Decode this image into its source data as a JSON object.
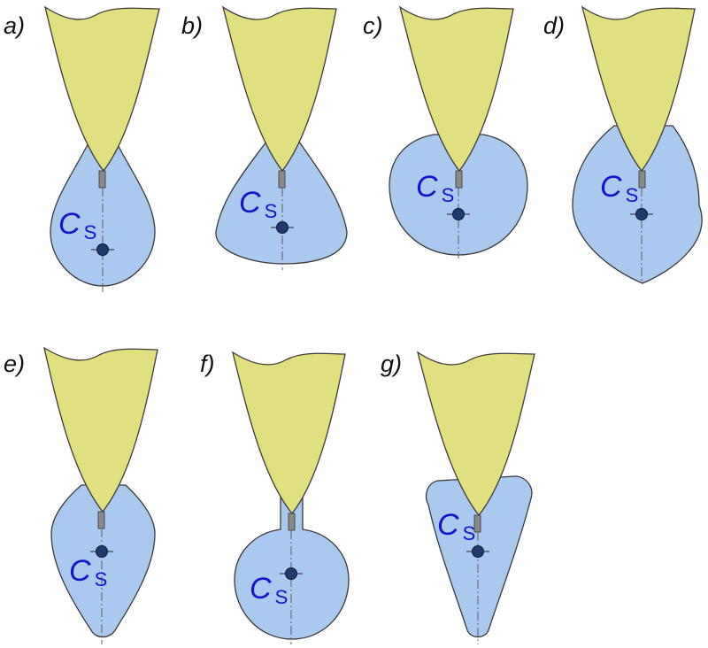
{
  "colors": {
    "background": "#ffffff",
    "crown_fill": "#e0e080",
    "body_fill": "#a9c9ee",
    "center_of_gravity": "#1f3a6b",
    "symbol": "#1414cc",
    "outline": "#3a3a3a"
  },
  "symbol": {
    "main": "C",
    "sub": "S"
  },
  "panels": [
    {
      "id": "a",
      "label": "a)"
    },
    {
      "id": "b",
      "label": "b)"
    },
    {
      "id": "c",
      "label": "c)"
    },
    {
      "id": "d",
      "label": "d)"
    },
    {
      "id": "e",
      "label": "e)"
    },
    {
      "id": "f",
      "label": "f)"
    },
    {
      "id": "g",
      "label": "g)"
    }
  ]
}
